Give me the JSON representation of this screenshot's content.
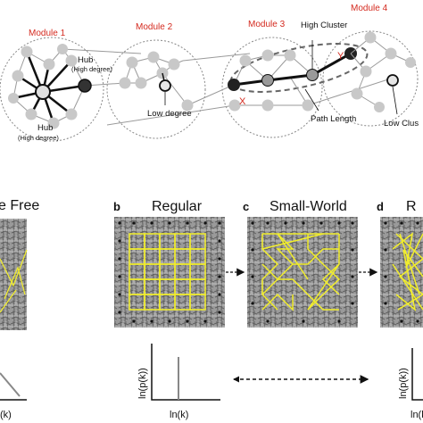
{
  "top": {
    "modules": [
      "Module 1",
      "Module 2",
      "Module 3",
      "Module 4"
    ],
    "labels": {
      "hub": "Hub",
      "hub_sub": "(High degree)",
      "low_degree": "Low degree",
      "high_cluster": "High Cluster",
      "path_length": "Path Length",
      "low_cluster": "Low Clus",
      "node_x": "X",
      "node_y": "Y"
    }
  },
  "panels": [
    {
      "letter": "",
      "title": "e Free"
    },
    {
      "letter": "b",
      "title": "Regular"
    },
    {
      "letter": "c",
      "title": "Small-World"
    },
    {
      "letter": "d",
      "title": "R"
    }
  ],
  "axes": {
    "ylabel": "ln(p(k))",
    "xlabel": "ln(k)",
    "left_xlabel": "(k)"
  },
  "colors": {
    "accent": "#d42a1f",
    "edge_yellow": "#f2ee2a",
    "node_gray": "#c8c8c8",
    "dark_node": "#333333"
  }
}
